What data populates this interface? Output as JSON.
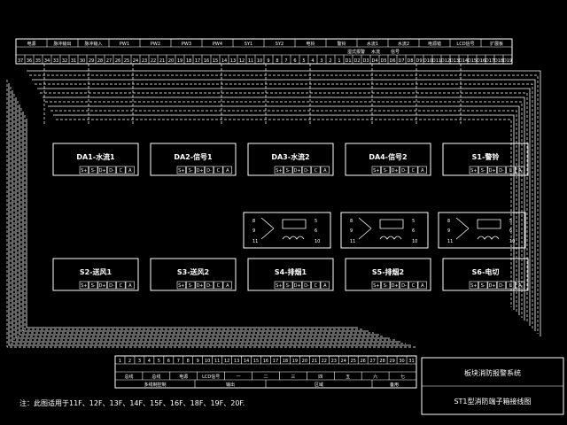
{
  "top_headers": [
    "电源",
    "脉冲输出",
    "脉冲输入",
    "PW1",
    "PW2",
    "PW3",
    "PW4",
    "SY1",
    "SY2",
    "电铃",
    "警铃",
    "水流1",
    "水流2",
    "电源错",
    "LCD信号",
    "扩展板"
  ],
  "top_sub_headers": [
    "湿式报警",
    "水流",
    "信号"
  ],
  "top_numbers": [
    "37",
    "36",
    "35",
    "34",
    "33",
    "32",
    "31",
    "30",
    "29",
    "28",
    "27",
    "26",
    "25",
    "24",
    "23",
    "22",
    "21",
    "20",
    "19",
    "18",
    "17",
    "16",
    "15",
    "14",
    "13",
    "12",
    "11",
    "10",
    "9",
    "8",
    "7",
    "6",
    "5",
    "4",
    "3",
    "2",
    "1",
    "D1",
    "D2",
    "D3",
    "D4",
    "D5",
    "D6",
    "D7",
    "D8",
    "D9",
    "D10",
    "D11",
    "D12",
    "D13",
    "D14",
    "D15",
    "D16",
    "D17",
    "D18",
    "D19"
  ],
  "modules_row1": [
    "DA1-水流1",
    "DA2-信号1",
    "DA3-水流2",
    "DA4-信号2",
    "S1-警铃"
  ],
  "modules_row2": [
    "S2-送风1",
    "S3-送风2",
    "S4-排烟1",
    "S5-排烟2",
    "S6-电切"
  ],
  "module_terminals": [
    "S+",
    "S-",
    "D+",
    "D-",
    "C",
    "A"
  ],
  "relay_pins": [
    "5",
    "6",
    "8",
    "9",
    "10",
    "11"
  ],
  "bottom_numbers": [
    "1",
    "2",
    "3",
    "4",
    "5",
    "6",
    "7",
    "8",
    "9",
    "10",
    "11",
    "12",
    "13",
    "14",
    "15",
    "16",
    "17",
    "18",
    "19",
    "20",
    "21",
    "22",
    "23",
    "24",
    "25",
    "26",
    "27",
    "28",
    "29",
    "30",
    "31"
  ],
  "bottom_labels": [
    "总线",
    "总线",
    "电源",
    "LCD信号",
    "一",
    "二",
    "三",
    "四",
    "五",
    "六",
    "七"
  ],
  "bottom_group_labels": [
    "多线制控制",
    "输出",
    "区域",
    "备用"
  ],
  "note": "注：此图适用于11F、12F、13F、14F、15F、16F、18F、19F、20F.",
  "title_block": {
    "project": "板块消防报警系统",
    "drawing": "ST1型消防端子箱接线图"
  },
  "colors": {
    "background": "#000000",
    "line": "#ffffff"
  }
}
